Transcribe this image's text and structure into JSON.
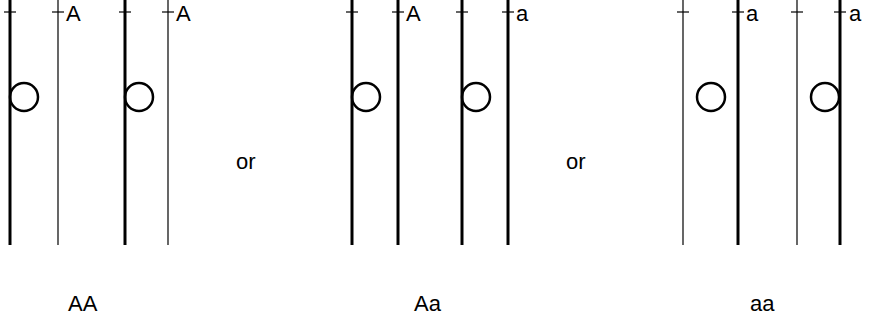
{
  "diagram": {
    "labels": [
      "A",
      "A",
      "or",
      "A",
      "a",
      "or",
      "a",
      "a",
      "AA",
      "Aa",
      "aa"
    ]
  }
}
